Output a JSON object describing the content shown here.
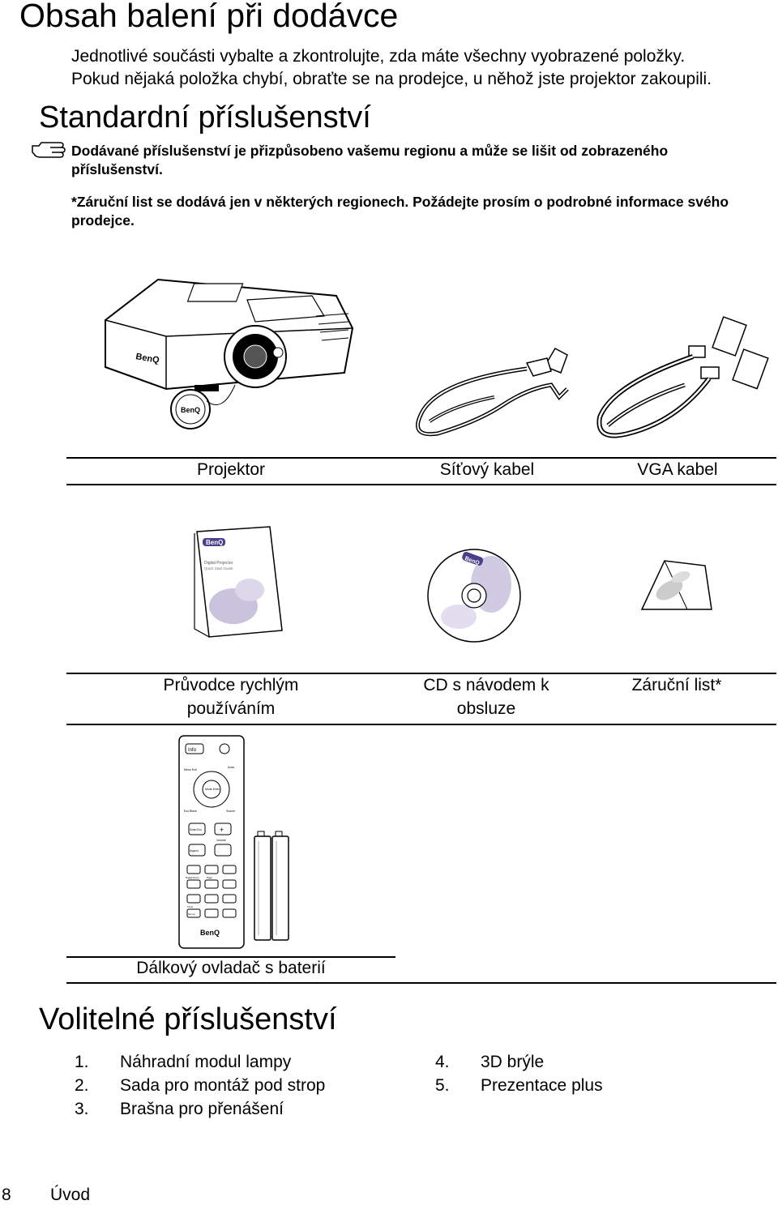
{
  "page": {
    "title": "Obsah balení při dodávce",
    "intro_line1": "Jednotlivé součásti vybalte a zkontrolujte, zda máte všechny vyobrazené položky.",
    "intro_line2": "Pokud nějaká položka chybí, obraťte se na prodejce, u něhož jste projektor zakoupili."
  },
  "standard": {
    "heading": "Standardní příslušenství",
    "note1": "Dodávané příslušenství je přizpůsobeno vašemu regionu a může se lišit od zobrazeného příslušenství.",
    "note2": "*Záruční list se dodává jen v některých regionech. Požádejte prosím o podrobné informace svého prodejce."
  },
  "items_row1": [
    "Projektor",
    "Síťový kabel",
    "VGA kabel"
  ],
  "items_row2": [
    "Průvodce rychlým používáním",
    "CD s návodem k obsluze",
    "Záruční list*"
  ],
  "items_row3": [
    "Dálkový ovladač s baterií"
  ],
  "images": {
    "brand": "BenQ",
    "booklet_title": "Digital Projector",
    "booklet_subtitle": "Quick Start Guide",
    "remote_buttons": [
      "Info",
      "Menu Exit",
      "Auto",
      "Mode Enter",
      "Eco Blank",
      "Source",
      "Smart Eco",
      "Aspect",
      "Volume",
      "Digital Zoom",
      "Page",
      "Timer",
      "Set up"
    ]
  },
  "optional": {
    "heading": "Volitelné příslušenství",
    "items": [
      {
        "num": "1.",
        "label": "Náhradní modul lampy"
      },
      {
        "num": "2.",
        "label": "Sada pro montáž pod strop"
      },
      {
        "num": "3.",
        "label": "Brašna pro přenášení"
      },
      {
        "num": "4.",
        "label": "3D brýle"
      },
      {
        "num": "5.",
        "label": "Prezentace plus"
      }
    ]
  },
  "footer": {
    "page_number": "8",
    "section": "Úvod"
  }
}
